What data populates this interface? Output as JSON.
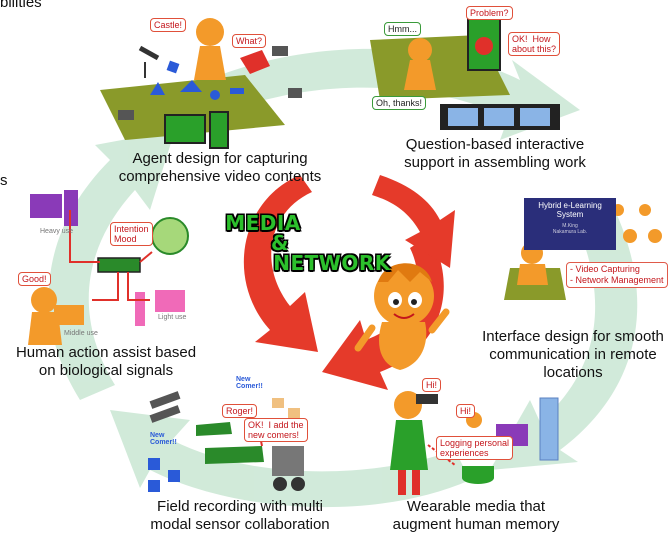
{
  "top_partial_text": "bilities",
  "left_partial_text": "s",
  "center": {
    "line1": "MEDIA",
    "line2": "&",
    "line3": "NETWORK"
  },
  "captions": {
    "agent_design": [
      "Agent design for capturing",
      "comprehensive video contents"
    ],
    "question_based": [
      "Question-based interactive",
      "support in assembling work"
    ],
    "interface_design": [
      "Interface design for smooth",
      "communication in remote",
      "locations"
    ],
    "human_action": [
      "Human action assist based",
      "on biological signals"
    ],
    "field_recording": [
      "Field recording with multi",
      "modal sensor collaboration"
    ],
    "wearable": [
      "Wearable media that",
      "augment human memory"
    ]
  },
  "bubbles": {
    "castle": "Castle!",
    "what": "What?",
    "hmm": "Hmm...",
    "problem": "Problem?",
    "ok_how": "OK!  How\nabout this?",
    "oh_thanks": "Oh, thanks!",
    "intention": "Intention",
    "mood": "Mood",
    "good": "Good!",
    "roger": "Roger!",
    "ok_add": "OK!  I add the\nnew comers!",
    "new_comer_1": "New\nComer!!",
    "new_comer_2": "New\nComer!!",
    "hi_1": "Hi!",
    "hi_2": "Hi!",
    "logging": "Logging personal\nexperiences"
  },
  "use_labels": {
    "heavy": "Heavy use",
    "light": "Light use",
    "middle": "Middle use"
  },
  "slide": {
    "title": "Hybrid e-Learning\nSystem",
    "author": "M.King\nNakamura Lab."
  },
  "slide_notes": [
    "- Video Capturing",
    "- Network Management"
  ],
  "colors": {
    "arrow_green": "#cde9d6",
    "arrow_red": "#e53a2a",
    "orange": "#f39a2a",
    "text_red": "#c4161c",
    "signal_red": "#e0302a"
  }
}
